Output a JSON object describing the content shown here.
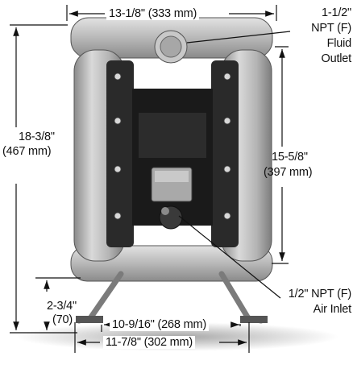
{
  "dimensions": {
    "top_width": "13-1/8\" (333 mm)",
    "overall_height": {
      "inch": "18-3/8\"",
      "mm": "(467 mm)"
    },
    "outlet_height": {
      "inch": "15-5/8\"",
      "mm": "(397 mm)"
    },
    "inlet_height": {
      "inch": "2-3/4\"",
      "mm": "(70)"
    },
    "inner_base_width": "10-9/16\" (268 mm)",
    "outer_base_width": "11-7/8\" (302 mm)"
  },
  "callouts": {
    "fluid_outlet": [
      "1-1/2\"",
      "NPT (F)",
      "Fluid",
      "Outlet"
    ],
    "air_inlet": [
      "1/2\" NPT (F)",
      "Air Inlet"
    ]
  },
  "colors": {
    "line": "#111111",
    "metal": "#b9b9b9",
    "dark": "#1a1a1a"
  }
}
